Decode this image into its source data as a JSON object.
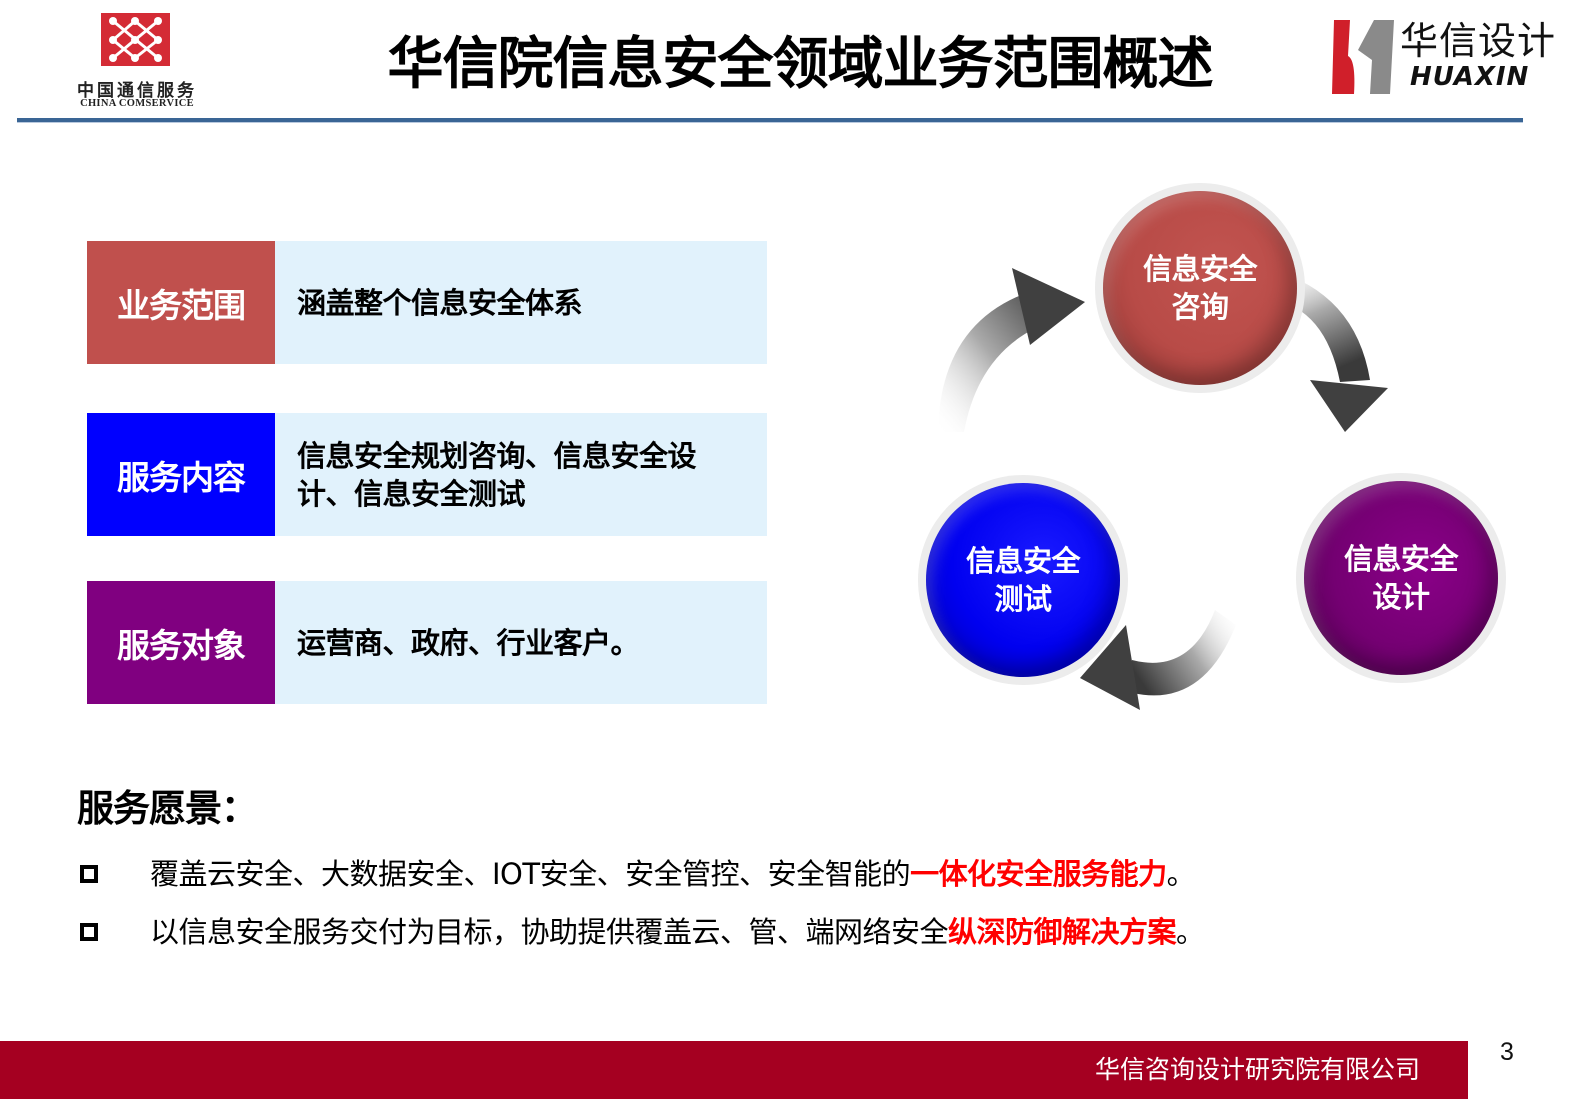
{
  "header": {
    "left_logo": {
      "cn": "中国通信服务",
      "en": "CHINA COMSERVICE",
      "color": "#d42b35"
    },
    "title": "华信院信息安全领域业务范围概述",
    "right_logo": {
      "cn": "华信设计",
      "en": "HUAXIN",
      "mark_red": "#d01f2a",
      "mark_gray": "#8a8a8a"
    },
    "rule_color": "#3a6595"
  },
  "rows": [
    {
      "label": "业务范围",
      "text": "涵盖整个信息安全体系",
      "color": "#c0504d"
    },
    {
      "label": "服务内容",
      "text": "信息安全规划咨询、信息安全设计、信息安全测试",
      "color": "#0000ff"
    },
    {
      "label": "服务对象",
      "text": "运营商、政府、行业客户。",
      "color": "#800080"
    }
  ],
  "cycle": {
    "nodes": [
      {
        "line1": "信息安全",
        "line2": "咨询",
        "color": "#b84b47"
      },
      {
        "line1": "信息安全",
        "line2": "设计",
        "color": "#740072"
      },
      {
        "line1": "信息安全",
        "line2": "测试",
        "color": "#0000f0"
      }
    ]
  },
  "vision": {
    "title": "服务愿景：",
    "bullets": [
      {
        "text": "覆盖云安全、大数据安全、IOT安全、安全管控、安全智能的",
        "highlight": "一体化安全服务能力",
        "tail": "。"
      },
      {
        "text": "以信息安全服务交付为目标，协助提供覆盖云、管、端网络安全",
        "highlight": "纵深防御解决方案",
        "tail": "。"
      }
    ],
    "highlight_color": "#ff0000"
  },
  "footer": {
    "company": "华信咨询设计研究院有限公司",
    "page_number": "3",
    "bar_color": "#a50021"
  }
}
